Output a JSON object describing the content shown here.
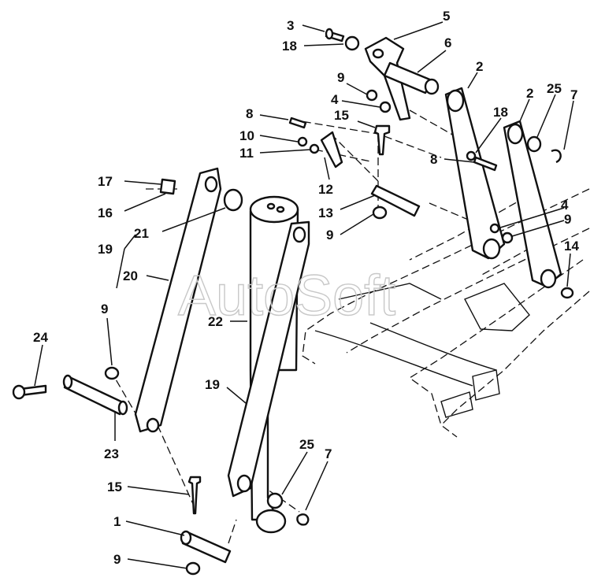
{
  "watermark": "AutoSoft",
  "callouts": [
    {
      "id": "c3",
      "label": "3"
    },
    {
      "id": "c5",
      "label": "5"
    },
    {
      "id": "c18a",
      "label": "18"
    },
    {
      "id": "c6",
      "label": "6"
    },
    {
      "id": "c9a",
      "label": "9"
    },
    {
      "id": "c4a",
      "label": "4"
    },
    {
      "id": "c2a",
      "label": "2"
    },
    {
      "id": "c2b",
      "label": "2"
    },
    {
      "id": "c25a",
      "label": "25"
    },
    {
      "id": "c7a",
      "label": "7"
    },
    {
      "id": "c15a",
      "label": "15"
    },
    {
      "id": "c8a",
      "label": "8"
    },
    {
      "id": "c18b",
      "label": "18"
    },
    {
      "id": "c10",
      "label": "10"
    },
    {
      "id": "c11",
      "label": "11"
    },
    {
      "id": "c8b",
      "label": "8"
    },
    {
      "id": "c12",
      "label": "12"
    },
    {
      "id": "c17",
      "label": "17"
    },
    {
      "id": "c13",
      "label": "13"
    },
    {
      "id": "c4b",
      "label": "4"
    },
    {
      "id": "c16",
      "label": "16"
    },
    {
      "id": "c9b",
      "label": "9"
    },
    {
      "id": "c9c",
      "label": "9"
    },
    {
      "id": "c21",
      "label": "21"
    },
    {
      "id": "c19a",
      "label": "19"
    },
    {
      "id": "c14",
      "label": "14"
    },
    {
      "id": "c20",
      "label": "20"
    },
    {
      "id": "c22",
      "label": "22"
    },
    {
      "id": "c9d",
      "label": "9"
    },
    {
      "id": "c24",
      "label": "24"
    },
    {
      "id": "c19b",
      "label": "19"
    },
    {
      "id": "c23",
      "label": "23"
    },
    {
      "id": "c25b",
      "label": "25"
    },
    {
      "id": "c7b",
      "label": "7"
    },
    {
      "id": "c15b",
      "label": "15"
    },
    {
      "id": "c1",
      "label": "1"
    },
    {
      "id": "c9e",
      "label": "9"
    }
  ]
}
